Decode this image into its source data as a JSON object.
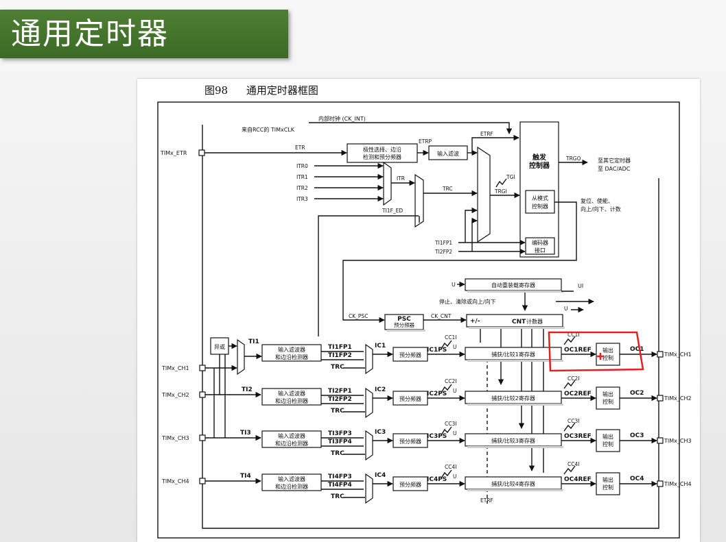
{
  "slide": {
    "title": "通用定时器"
  },
  "figure": {
    "label": "图98",
    "caption": "通用定时器框图",
    "pins": {
      "etr": "TIMx_ETR",
      "ch1": "TIMx_CH1",
      "ch2": "TIMx_CH2",
      "ch3": "TIMx_CH3",
      "ch4": "TIMx_CH4"
    },
    "clock": {
      "int_clk": "内部时钟 (CK_INT)",
      "rcc_clk": "来自RCC的 TIMxCLK"
    },
    "signals": {
      "etr": "ETR",
      "etrp": "ETRP",
      "etrf": "ETRF",
      "itr0": "ITR0",
      "itr1": "ITR1",
      "itr2": "ITR2",
      "itr3": "ITR3",
      "itr": "ITR",
      "trc": "TRC",
      "ti1f_ed": "TI1F_ED",
      "tgi": "TGI",
      "trgi": "TRGI",
      "trgo": "TRGO",
      "ti1fp1": "TI1FP1",
      "ti2fp2": "TI2FP2",
      "ck_psc": "CK_PSC",
      "ck_cnt": "CK_CNT",
      "ui": "UI",
      "u": "U",
      "etrf2": "ETRF",
      "ti1": "TI1",
      "ti2": "TI2",
      "ti3": "TI3",
      "ti4": "TI4",
      "ch1_fp1": "TI1FP1",
      "ch1_fp2": "TI1FP2",
      "ch2_fp1": "TI2FP1",
      "ch2_fp2": "TI2FP2",
      "ch3_fp1": "TI3FP3",
      "ch3_fp2": "TI3FP4",
      "ch4_fp1": "TI4FP3",
      "ch4_fp2": "TI4FP4",
      "ic1": "IC1",
      "ic2": "IC2",
      "ic3": "IC3",
      "ic4": "IC4",
      "ic1ps": "IC1PS",
      "ic2ps": "IC2PS",
      "ic3ps": "IC3PS",
      "ic4ps": "IC4PS",
      "cc1i": "CC1I",
      "cc2i": "CC2I",
      "cc3i": "CC3I",
      "cc4i": "CC4I",
      "oc1ref": "OC1REF",
      "oc2ref": "OC2REF",
      "oc3ref": "OC3REF",
      "oc4ref": "OC4REF",
      "oc1": "OC1",
      "oc2": "OC2",
      "oc3": "OC3",
      "oc4": "OC4",
      "plusminus": "+/-"
    },
    "blocks": {
      "polarity": [
        "极性选择、边沿",
        "检测和预分频器"
      ],
      "input_filter": "输入滤波",
      "trigger_ctrl": [
        "触发",
        "控制器"
      ],
      "slave_ctrl": [
        "从模式",
        "控制器"
      ],
      "encoder_if": [
        "编码器",
        "接口"
      ],
      "auto_reload": "自动重装载寄存器",
      "psc": "PSC",
      "psc_name": "预分频器",
      "cnt": "CNT",
      "cnt_name": "计数器",
      "xor": "异或",
      "in_filter_edge": [
        "输入滤波器",
        "和边沿检测器"
      ],
      "prescaler": "预分频器",
      "capcmp1": "捕获/比较1寄存器",
      "capcmp2": "捕获/比较2寄存器",
      "capcmp3": "捕获/比较3寄存器",
      "capcmp4": "捕获/比较4寄存器",
      "out_ctrl": [
        "输出",
        "控制"
      ]
    },
    "notes": {
      "to_other": [
        "至其它定时器",
        "至 DAC/ADC"
      ],
      "reset_enable": [
        "复位、使能、",
        "向上/向下、计数"
      ],
      "stop_clear": "停止、清除或向上/向下"
    }
  },
  "colors": {
    "banner": "#4a7a2e",
    "highlight": "#e32020"
  }
}
